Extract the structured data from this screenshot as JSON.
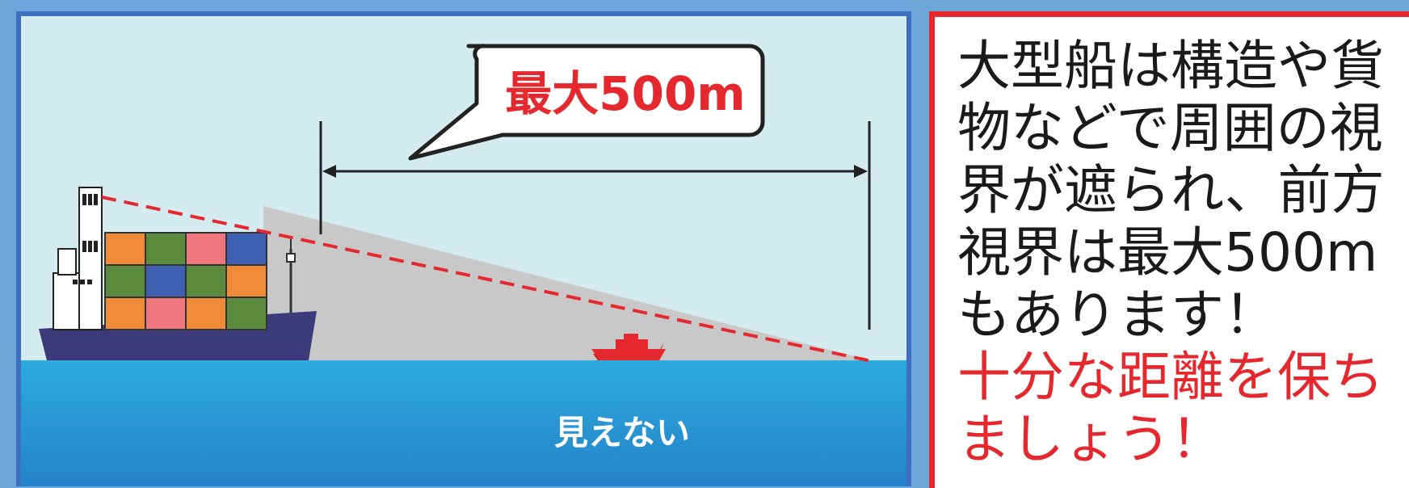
{
  "diagram": {
    "callout_text": "最大500m",
    "hidden_zone_label": "見えない"
  },
  "note": {
    "body_lines": [
      "大型船は構造や貨",
      "物などで周囲の視",
      "界が遮られ、前方",
      "視界は最大500m",
      "もあります！"
    ],
    "warning_lines": [
      "十分な距離を保ち",
      "ましょう！"
    ]
  },
  "colors": {
    "sky": "#d4ebf0",
    "sea": "#29a8d9",
    "blind_zone": "#c9c9c9",
    "sightline": "#e5282d",
    "hull": "#3f3f80",
    "small_boat": "#e5282d"
  }
}
